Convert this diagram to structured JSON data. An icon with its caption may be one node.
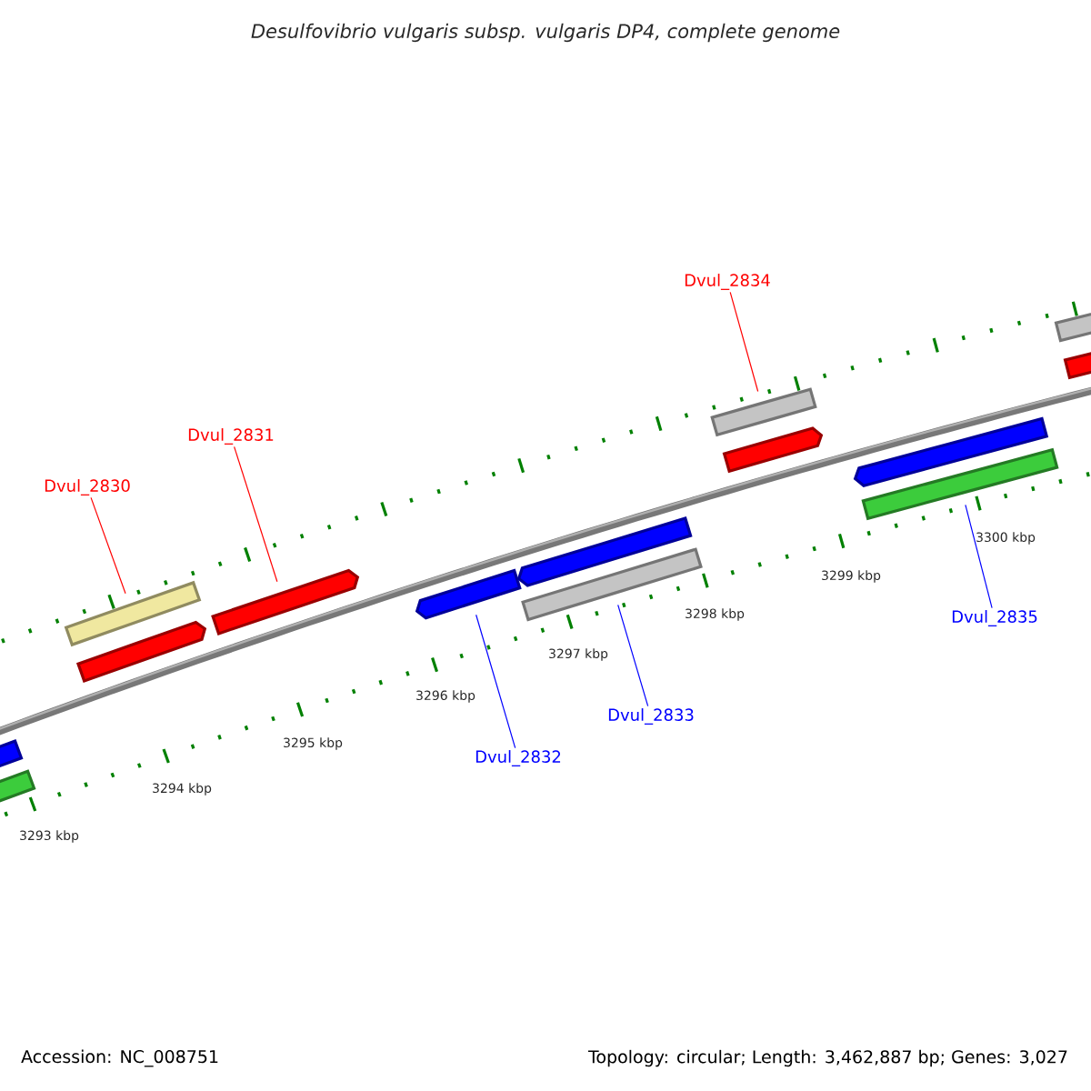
{
  "diagram": {
    "title": "Desulfovibrio vulgaris subsp. vulgaris DP4, complete genome",
    "nodes": [
      {
        "text": [
          "Dvul_2830"
        ]
      },
      {
        "text": [
          "Dvul_2831"
        ]
      },
      {
        "text": [
          "Dvul_2834"
        ]
      },
      {
        "text": [
          "Dvul_2832"
        ]
      },
      {
        "text": [
          "Dvul_2833"
        ]
      },
      {
        "text": [
          "Dvul_2835"
        ]
      },
      {
        "text": [],
        "shape": "bar"
      },
      {
        "text": [],
        "shape": "bar"
      },
      {
        "text": [],
        "shape": "bar"
      },
      {
        "text": [],
        "shape": "bar"
      },
      {
        "text": [],
        "shape": "bar"
      },
      {
        "text": [],
        "shape": "bar"
      },
      {
        "text": [],
        "shape": "bar"
      },
      {
        "text": [],
        "shape": "bar"
      },
      {
        "text": [],
        "shape": "bar"
      },
      {
        "text": [],
        "shape": "bar"
      },
      {
        "text": [],
        "shape": "bar"
      },
      {
        "text": [],
        "shape": "bar"
      },
      {
        "text": [],
        "shape": "bar"
      },
      {
        "text": [],
        "shape": "bar"
      }
    ],
    "edges": [
      {
        "from": 0,
        "to": 6,
        "arrow": "none",
        "color": "#ff0000"
      },
      {
        "from": 1,
        "to": 8,
        "arrow": "none",
        "color": "#ff0000"
      },
      {
        "from": 2,
        "to": 9,
        "arrow": "none",
        "color": "#ff0000"
      },
      {
        "from": 3,
        "to": 15,
        "arrow": "none",
        "color": "#0000ff"
      },
      {
        "from": 4,
        "to": 17,
        "arrow": "none",
        "color": "#0000ff"
      },
      {
        "from": 5,
        "to": 19,
        "arrow": "none",
        "color": "#0000ff"
      }
    ],
    "labels": [
      "3293 kbp",
      "3294 kbp",
      "3295 kbp",
      "3296 kbp",
      "3297 kbp",
      "3298 kbp",
      "3299 kbp",
      "3300 kbp",
      "Accession: NC_008751",
      "Topology: circular; Length: 3,462,887 bp; Genes: 3,027"
    ]
  }
}
